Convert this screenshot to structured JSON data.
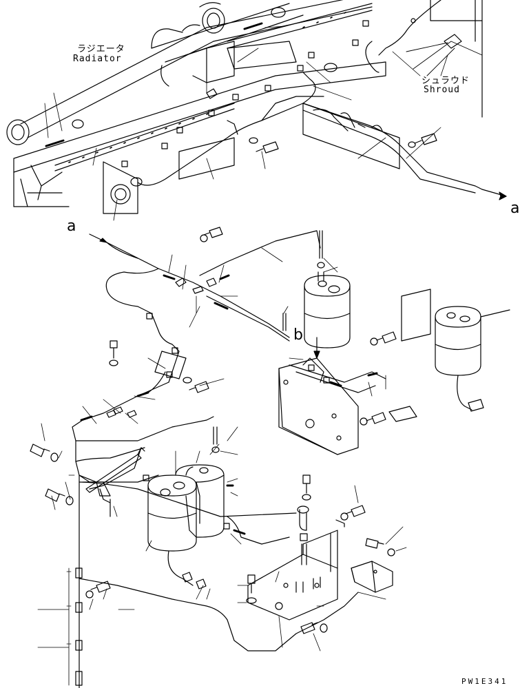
{
  "labels": {
    "radiator_jp": "ラジエータ",
    "radiator_en": "Radiator",
    "shroud_jp": "シュラウド",
    "shroud_en": "Shroud",
    "ref_a_right": "a",
    "ref_a_left": "a",
    "ref_b": "b",
    "drawing_code": "PW1E341"
  },
  "colors": {
    "line": "#000000",
    "background": "#ffffff"
  }
}
